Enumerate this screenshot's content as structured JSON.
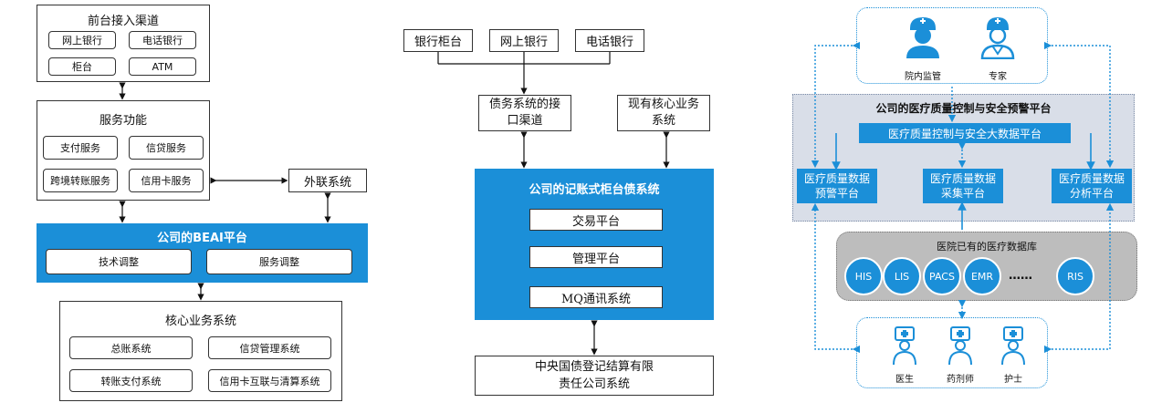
{
  "left": {
    "front": {
      "title": "前台接入渠道",
      "items": [
        "网上银行",
        "电话银行",
        "柜台",
        "ATM"
      ]
    },
    "service": {
      "title": "服务功能",
      "items": [
        "支付服务",
        "信贷服务",
        "跨境转账服务",
        "信用卡服务"
      ]
    },
    "external": "外联系统",
    "beai": {
      "title": "公司的BEAI平台",
      "items": [
        "技术调整",
        "服务调整"
      ]
    },
    "core": {
      "title": "核心业务系统",
      "items": [
        "总账系统",
        "信贷管理系统",
        "转账支付系统",
        "信用卡互联与清算系统"
      ]
    }
  },
  "middle": {
    "channels": [
      "银行柜台",
      "网上银行",
      "电话银行"
    ],
    "bond_interface": "债务系统的接口渠道",
    "existing_core": "现有核心业务系统",
    "main": {
      "title": "公司的记账式柜台债系统",
      "items": [
        "交易平台",
        "管理平台",
        "MQ通讯系统"
      ]
    },
    "central": "中央国债登记结算有限责任公司系统"
  },
  "right": {
    "top_people": [
      "院内监管",
      "专家"
    ],
    "platform_title": "公司的医疗质量控制与安全预警平台",
    "bigdata": "医疗质量控制与安全大数据平台",
    "sub_platforms": [
      "医疗质量数据预警平台",
      "医疗质量数据采集平台",
      "医疗质量数据分析平台"
    ],
    "db_title": "医院已有的医疗数据库",
    "databases": [
      "HIS",
      "LIS",
      "PACS",
      "EMR",
      "……",
      "RIS"
    ],
    "bottom_people": [
      "医生",
      "药剂师",
      "护士"
    ]
  },
  "colors": {
    "accent": "#1b8fd8",
    "panel": "#d9dee8",
    "db_panel": "#bdbdbd"
  }
}
